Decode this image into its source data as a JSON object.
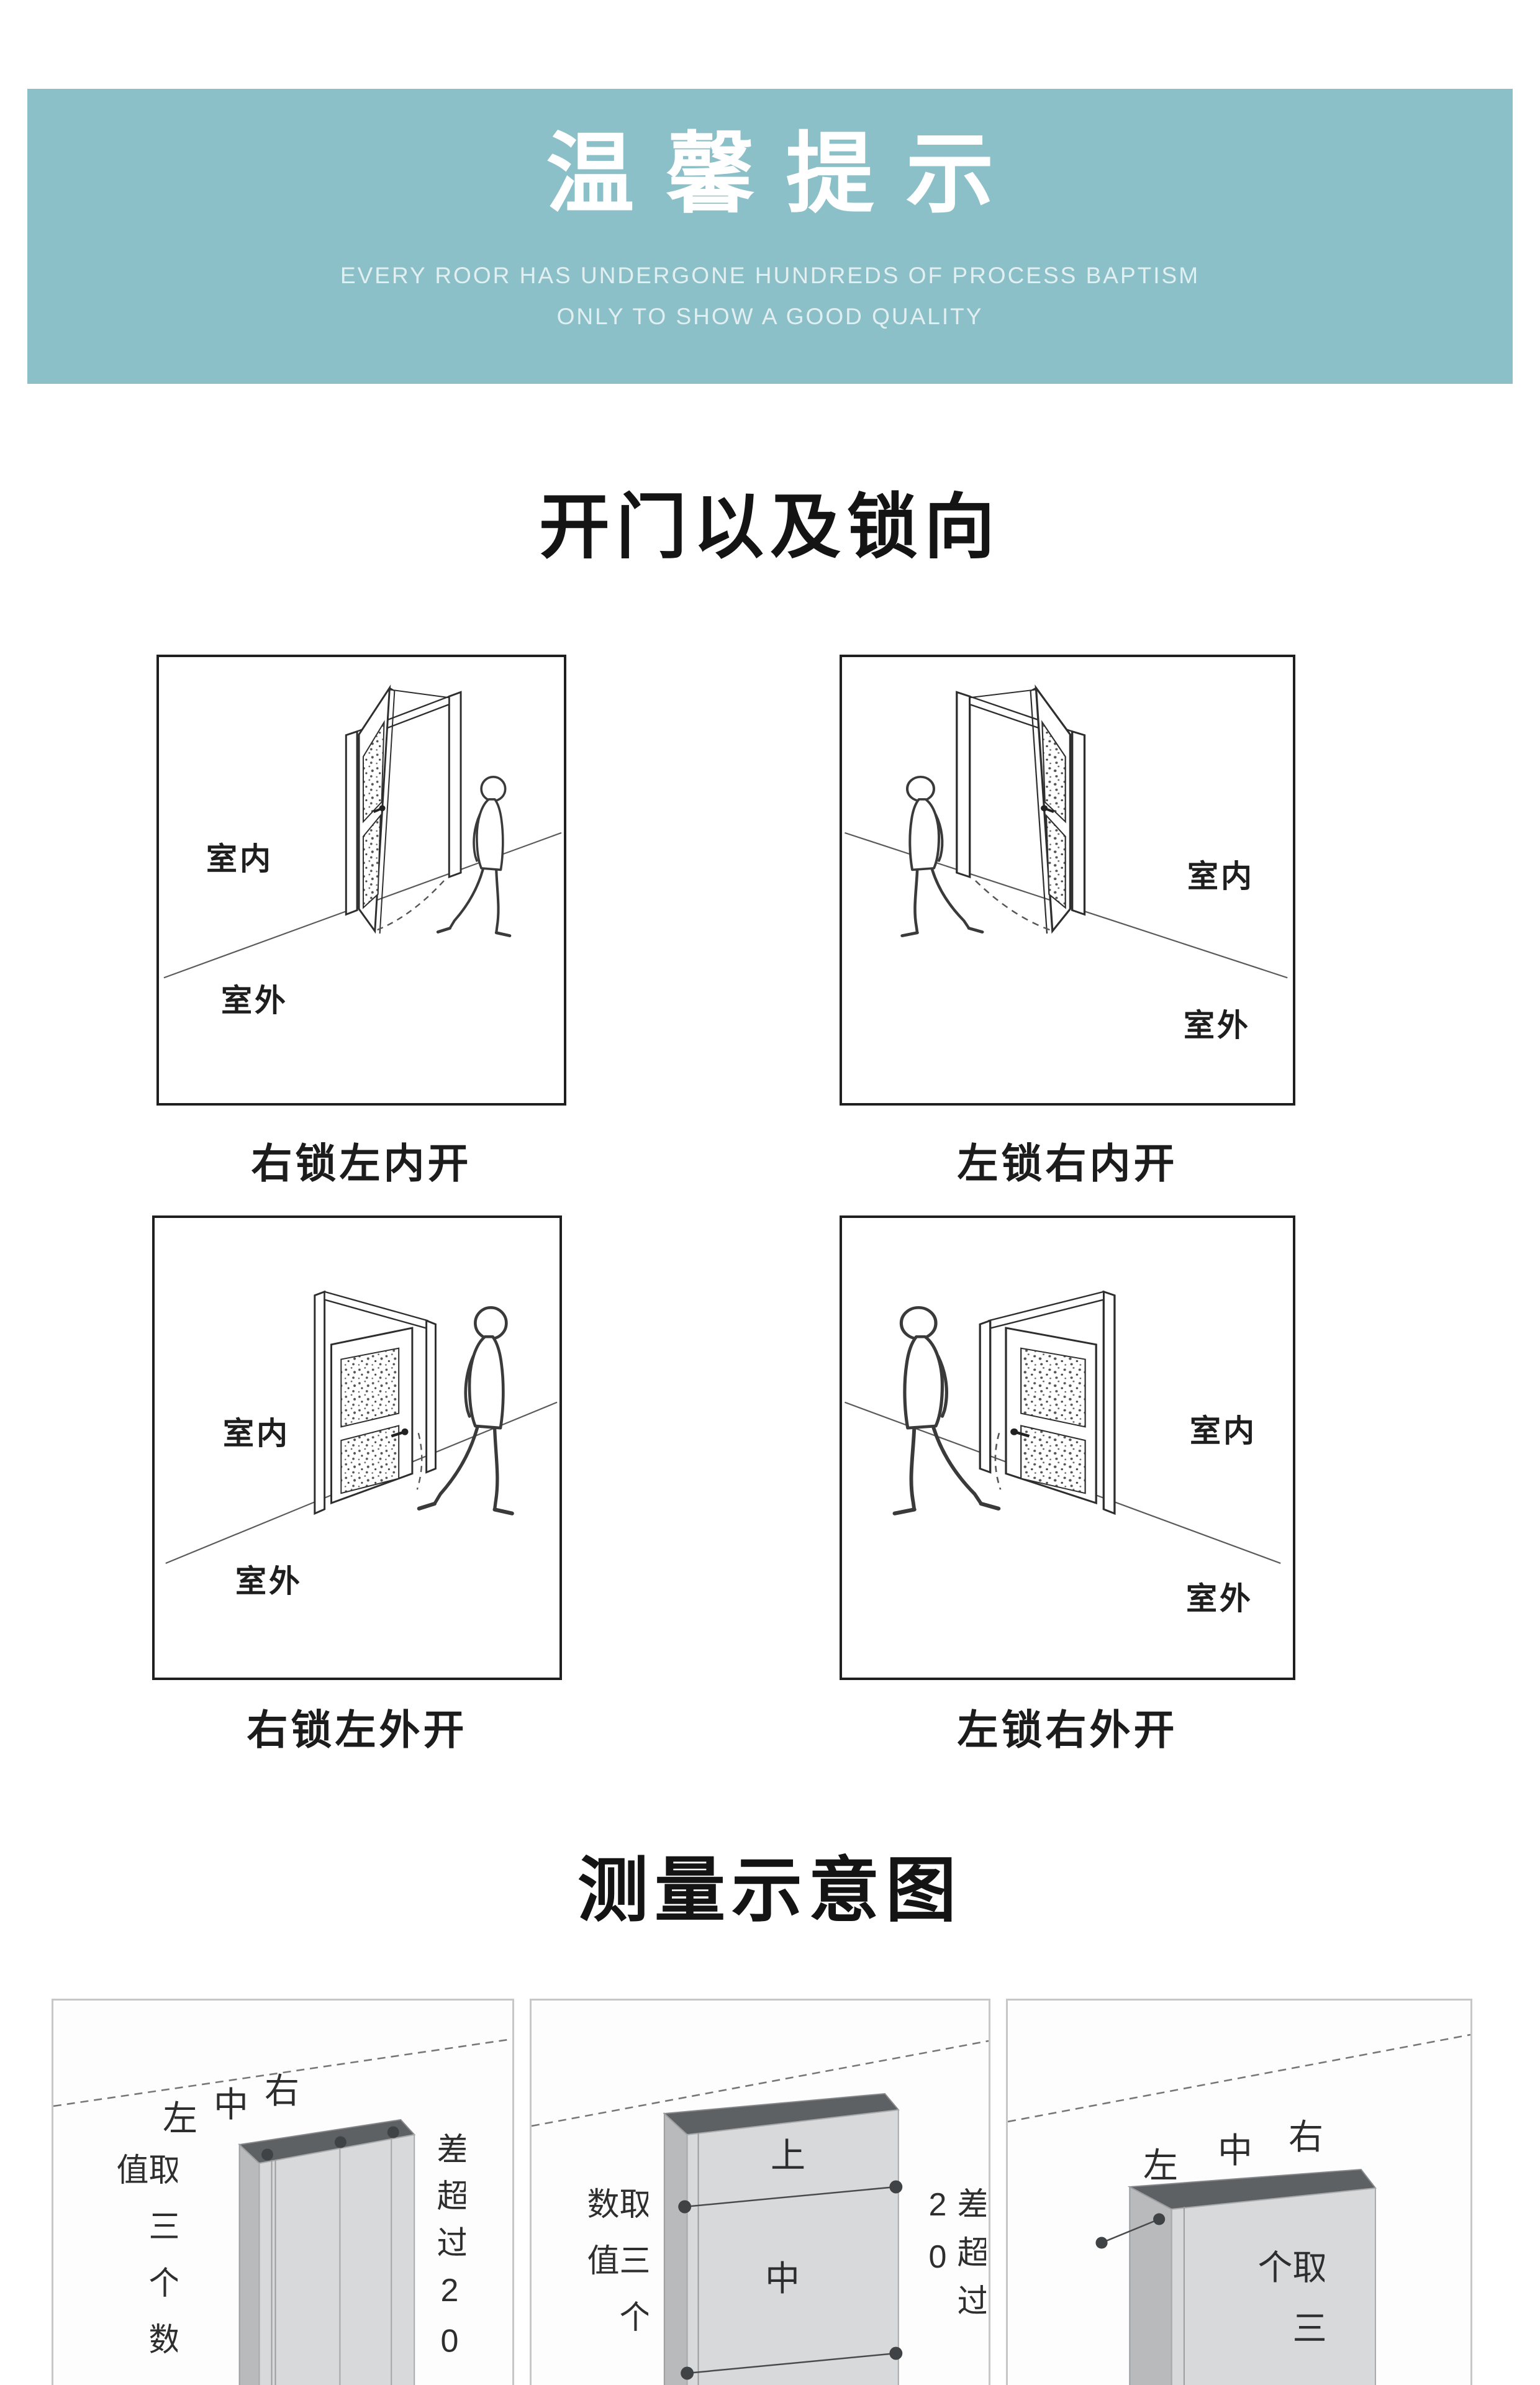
{
  "banner": {
    "bg_color": "#8cc0c8",
    "title": "温馨提示",
    "subtitle_line1": "EVERY ROOR HAS UNDERGONE HUNDREDS OF PROCESS BAPTISM",
    "subtitle_line2": "ONLY TO SHOW A GOOD QUALITY"
  },
  "door_section": {
    "title": "开门以及锁向",
    "diagrams": [
      {
        "caption": "右锁左内开",
        "indoor": "室内",
        "outdoor": "室外"
      },
      {
        "caption": "左锁右内开",
        "indoor": "室内",
        "outdoor": "室外"
      },
      {
        "caption": "右锁左外开",
        "indoor": "室内",
        "outdoor": "室外"
      },
      {
        "caption": "左锁右外开",
        "indoor": "室内",
        "outdoor": "室外"
      }
    ]
  },
  "measure_section": {
    "title": "测量示意图",
    "panels": [
      {
        "label_left": "左",
        "label_mid": "中",
        "label_right": "右",
        "left_column": "取三个数值",
        "right_column": "差超过20"
      },
      {
        "label_top": "上",
        "label_mid": "中",
        "left_column": "取三个数值",
        "right_column": "差超过20"
      },
      {
        "label_left": "左",
        "label_mid": "中",
        "label_right": "右",
        "inner_column": "取三个"
      }
    ]
  }
}
